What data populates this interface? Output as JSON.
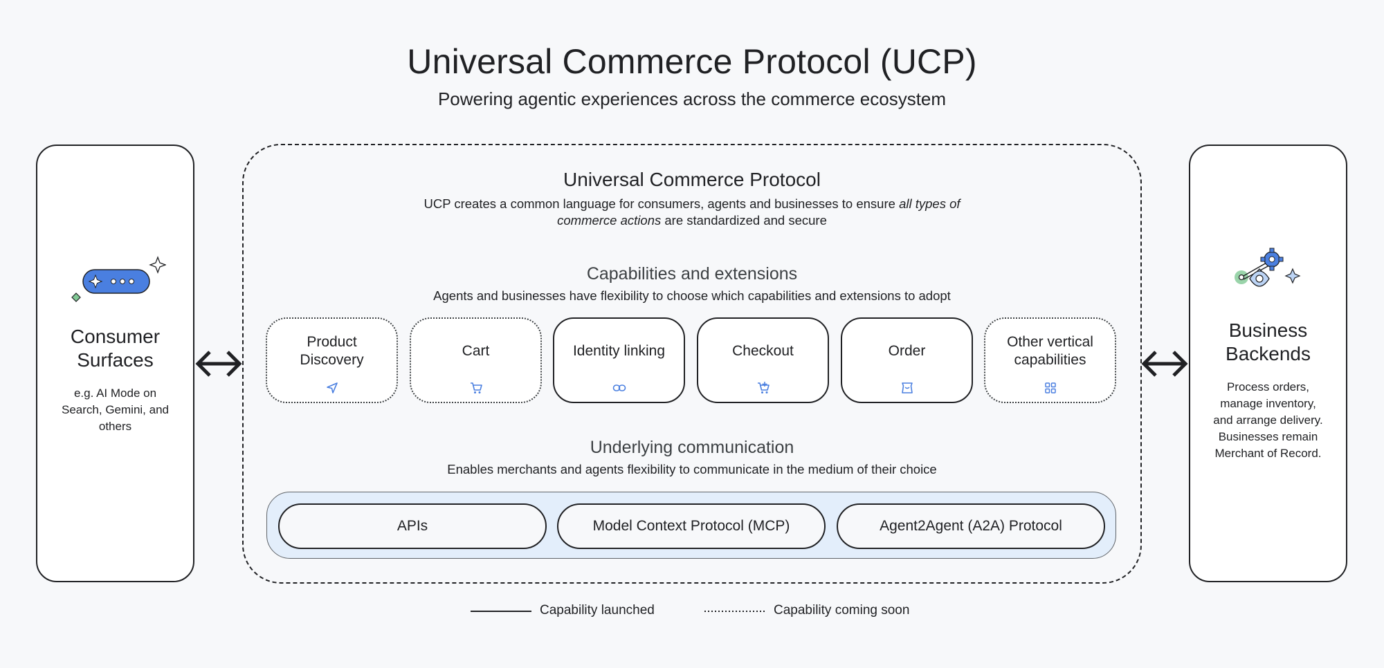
{
  "header": {
    "title": "Universal Commerce Protocol (UCP)",
    "subtitle": "Powering agentic experiences across the commerce ecosystem"
  },
  "consumer_panel": {
    "title_line1": "Consumer",
    "title_line2": "Surfaces",
    "desc_line1": "e.g. AI Mode on",
    "desc_line2": "Search, Gemini, and",
    "desc_line3": "others",
    "icon": "chat-bubble-sparkle-icon"
  },
  "business_panel": {
    "title_line1": "Business",
    "title_line2": "Backends",
    "desc_line1": "Process orders,",
    "desc_line2": "manage inventory,",
    "desc_line3": "and arrange delivery.",
    "desc_line4": "Businesses remain",
    "desc_line5": "Merchant of Record.",
    "icon": "gears-connection-icon"
  },
  "ucp": {
    "title": "Universal Commerce Protocol",
    "desc_line1_plain": "UCP creates a common language for consumers, agents and businesses to ensure ",
    "desc_line1_italic": "all types of",
    "desc_line2_italic": "commerce actions",
    "desc_line2_plain": " are standardized and secure"
  },
  "capabilities": {
    "heading": "Capabilities and extensions",
    "desc": "Agents and businesses have flexibility to choose which capabilities and extensions to adopt",
    "items": [
      {
        "line1": "Product",
        "line2": "Discovery",
        "status": "coming soon",
        "icon": "send-icon"
      },
      {
        "line1": "Cart",
        "line2": "",
        "status": "coming soon",
        "icon": "cart-icon"
      },
      {
        "line1": "Identity linking",
        "line2": "",
        "status": "launched",
        "icon": "link-icon"
      },
      {
        "line1": "Checkout",
        "line2": "",
        "status": "launched",
        "icon": "cart-add-icon"
      },
      {
        "line1": "Order",
        "line2": "",
        "status": "launched",
        "icon": "shopping-bag-icon"
      },
      {
        "line1": "Other vertical",
        "line2": "capabilities",
        "status": "coming soon",
        "icon": "grid-icon"
      }
    ]
  },
  "communication": {
    "heading": "Underlying communication",
    "desc": "Enables merchants and agents flexibility to communicate in the medium of their choice",
    "items": [
      "APIs",
      "Model Context Protocol (MCP)",
      "Agent2Agent (A2A) Protocol"
    ]
  },
  "legend": {
    "launched": "Capability launched",
    "coming_soon": "Capability coming soon"
  },
  "colors": {
    "accent_blue": "#4a7fe0",
    "accent_green": "#81c995",
    "band_fill": "#e3eefb",
    "background": "#f7f8fa"
  }
}
